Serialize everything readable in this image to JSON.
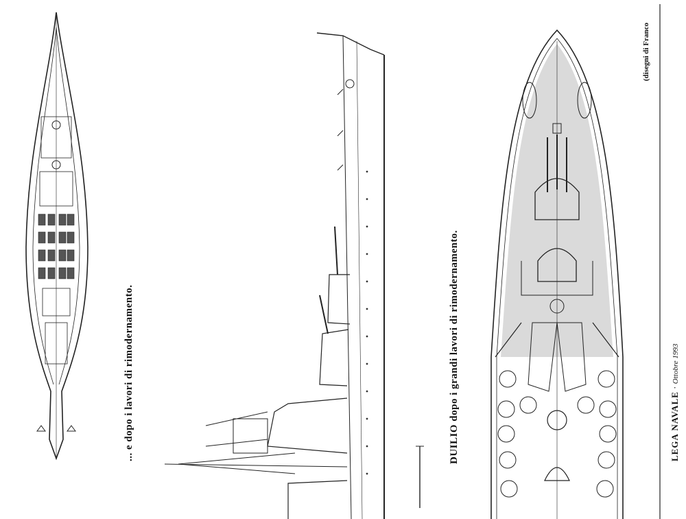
{
  "captions": {
    "after": "... e dopo i lavori di rimodernamento.",
    "duilio": "DUILIO dopo i grandi lavori di rimodernamento."
  },
  "credit": "(disegni di Franco",
  "footer": {
    "brand": "LEGA NAVALE",
    "separator": " · ",
    "date": "Ottobre 1993"
  }
}
